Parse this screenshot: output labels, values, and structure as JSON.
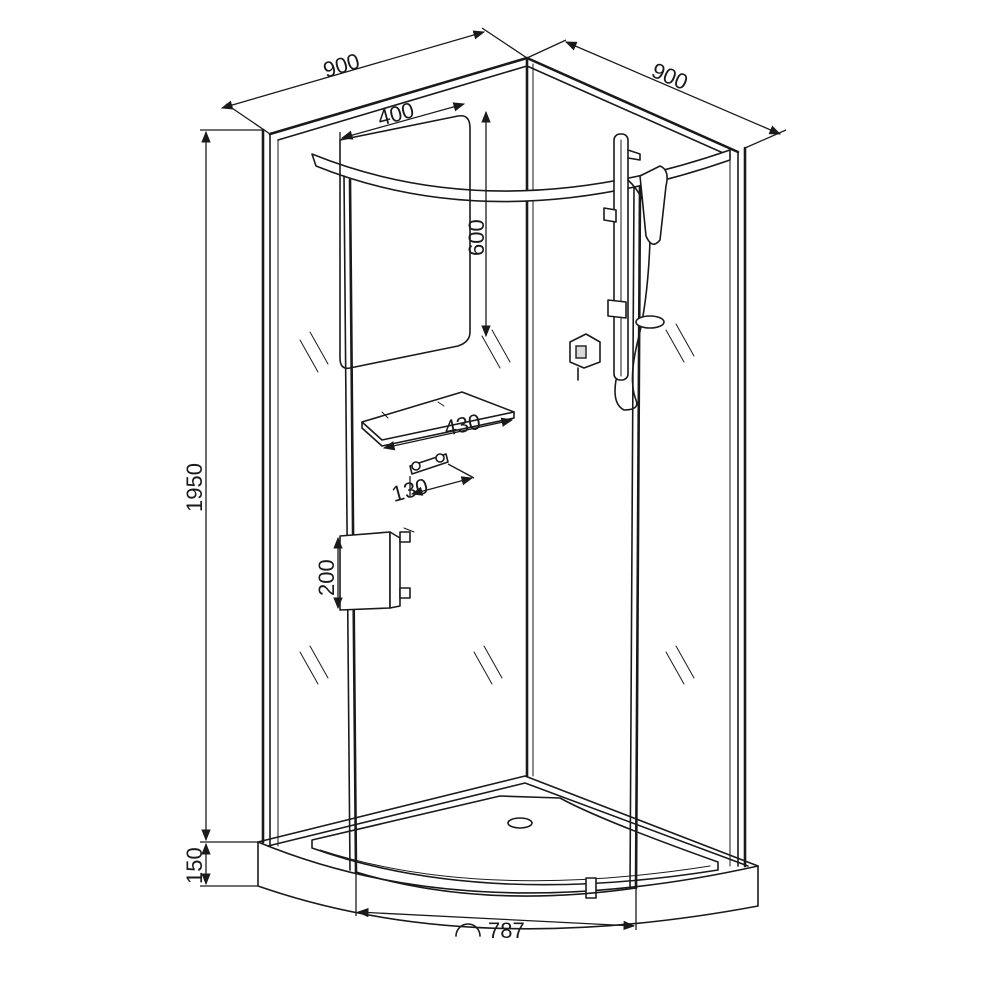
{
  "dimensions": {
    "top_left_width": "900",
    "top_right_width": "900",
    "cabin_height": "1950",
    "tray_height": "150",
    "window_width": "400",
    "window_height": "600",
    "shelf_width": "430",
    "holder_width": "130",
    "seat_height": "200",
    "door_opening": "787"
  },
  "colors": {
    "line": "#1a1a1a",
    "background": "#ffffff"
  }
}
